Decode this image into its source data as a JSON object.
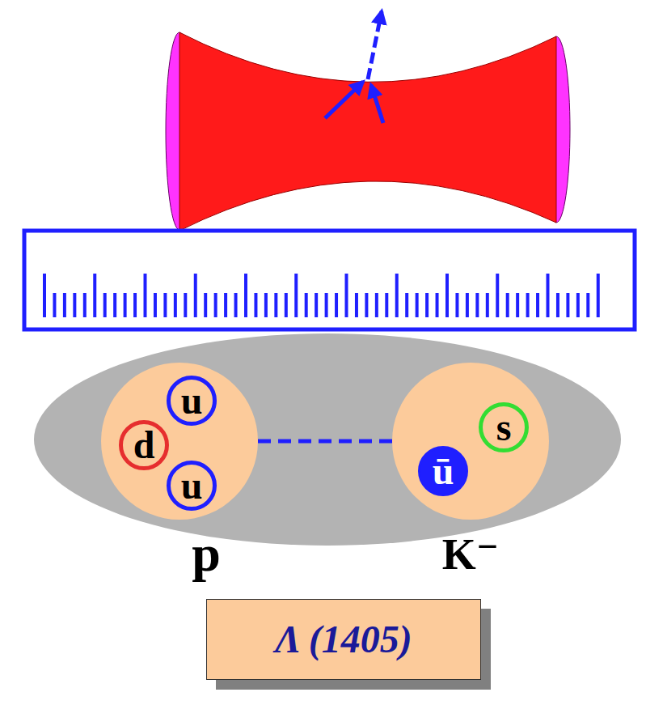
{
  "diagram": {
    "nodes": [
      {
        "text": [
          "p"
        ]
      },
      {
        "text": [
          "u"
        ],
        "in": 0
      },
      {
        "text": [
          "d"
        ],
        "in": 0
      },
      {
        "text": [
          "u"
        ],
        "in": 0
      },
      {
        "text": [
          "K⁻"
        ]
      },
      {
        "text": [
          "s"
        ],
        "in": 4
      },
      {
        "text": [
          "ū"
        ],
        "in": 4
      },
      {
        "text": [
          "Λ (1405)"
        ]
      }
    ],
    "edges": [
      {
        "from": 0,
        "to": 4,
        "arrow": "none"
      }
    ]
  }
}
